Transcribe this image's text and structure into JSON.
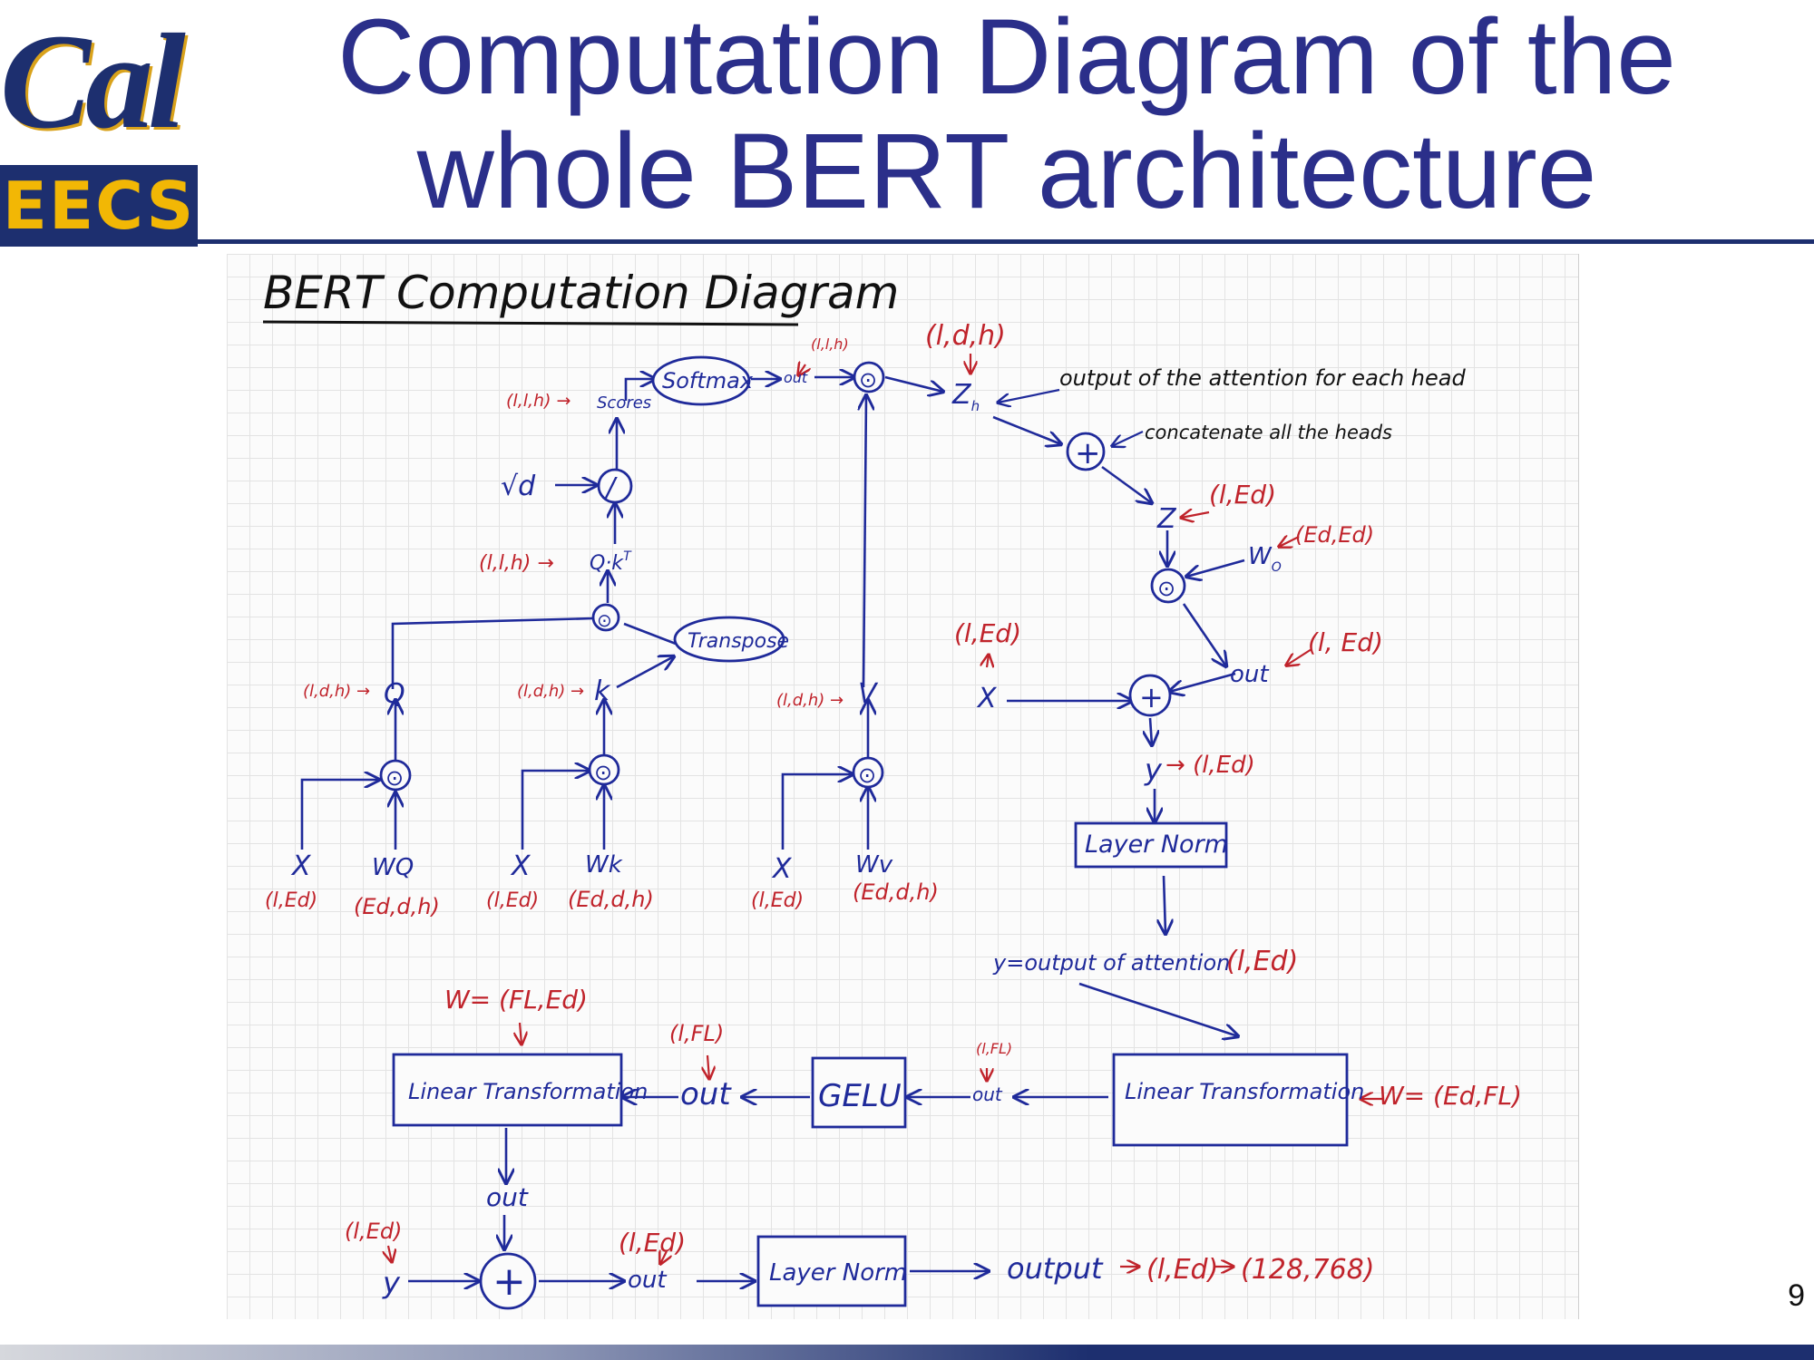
{
  "logo": {
    "cal": "Cal",
    "eecs": "EECS"
  },
  "slide": {
    "title_line1": "Computation Diagram of the",
    "title_line2": "whole BERT architecture",
    "page_number": "9"
  },
  "colors": {
    "ink_blue": "#1f2a9a",
    "ink_red": "#c0232b",
    "title": "#2b2f8a",
    "brand_navy": "#1d2f6f",
    "brand_gold": "#f2b705"
  },
  "diagram": {
    "heading": "BERT Computation Diagram",
    "inputs": {
      "x_q": "X",
      "x_q_dim": "(l,Ed)",
      "w_q": "WQ",
      "w_q_dim": "(Ed,d,h)",
      "x_k": "X",
      "x_k_dim": "(l,Ed)",
      "w_k": "Wk",
      "w_k_dim": "(Ed,d,h)",
      "x_v": "X",
      "x_v_dim": "(l,Ed)",
      "w_v": "Wv",
      "w_v_dim": "(Ed,d,h)"
    },
    "ops": {
      "dot": "⊙",
      "plus": "+",
      "divide": "/"
    },
    "q": "Q",
    "q_dim": "(l,d,h) →",
    "k": "k",
    "k_dim": "(l,d,h) →",
    "v": "V",
    "v_dim": "(l,d,h) →",
    "transpose": "Transpose",
    "qk": "Q·k",
    "qk_sup": "T",
    "qk_dim": "(l,l,h) →",
    "sqrt_d": "√d",
    "scores": "Scores",
    "scores_dim": "(l,l,h) →",
    "softmax": "Softmax",
    "softmax_out": "out",
    "softmax_out_dim": "(l,l,h)",
    "z_h": "Z",
    "z_h_sub": "h",
    "z_h_dim": "(l,d,h)",
    "z_h_note": "output of the attention for each head",
    "concat_note": "concatenate all the heads",
    "z": "Z",
    "z_dim": "(l,Ed)",
    "w_o": "W",
    "w_o_sub": "O",
    "w_o_dim": "(Ed,Ed)",
    "attn_out": "out",
    "attn_out_dim": "(l, Ed)",
    "res_x": "X",
    "res_x_dim": "(l,Ed)",
    "y": "y",
    "y_dim": "(l,Ed)",
    "layer_norm_1": "Layer Norm",
    "y_label": "y=output of attention",
    "y_label_dim": "(l,Ed)",
    "linear_1": "Linear Transformation",
    "linear_1_w": "W= (Ed,FL)",
    "ff_out1": "out",
    "ff_out1_dim": "(l,FL)",
    "gelu": "GELU",
    "ff_out2": "out",
    "ff_out2_dim": "(l,FL)",
    "linear_2": "Linear Transformation",
    "linear_2_w": "W= (FL,Ed)",
    "ff_out3": "out",
    "res_y": "y",
    "res_y_dim": "(l,Ed)",
    "ff_out4": "out",
    "ff_out4_dim": "(l,Ed)",
    "layer_norm_2": "Layer Norm",
    "output": "output",
    "output_dim1": "(l,Ed)",
    "output_dim2": "(128,768)"
  }
}
